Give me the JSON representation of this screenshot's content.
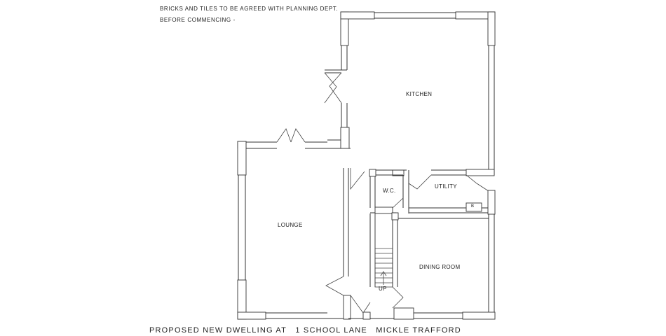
{
  "notes": {
    "line1": "BRICKS AND TILES  TO BE AGREED WITH PLANNING DEPT.",
    "line2": "BEFORE COMMENCING -"
  },
  "rooms": {
    "kitchen": "KITCHEN",
    "lounge": "LOUNGE",
    "wc": "W.C.",
    "utility": "UTILITY",
    "dining": "DINING ROOM",
    "stairs_up": "UP",
    "boiler": "B"
  },
  "caption": {
    "prefix": "PROPOSED NEW DWELLING AT",
    "address": "1 SCHOOL LANE",
    "place": "MICKLE TRAFFORD"
  }
}
